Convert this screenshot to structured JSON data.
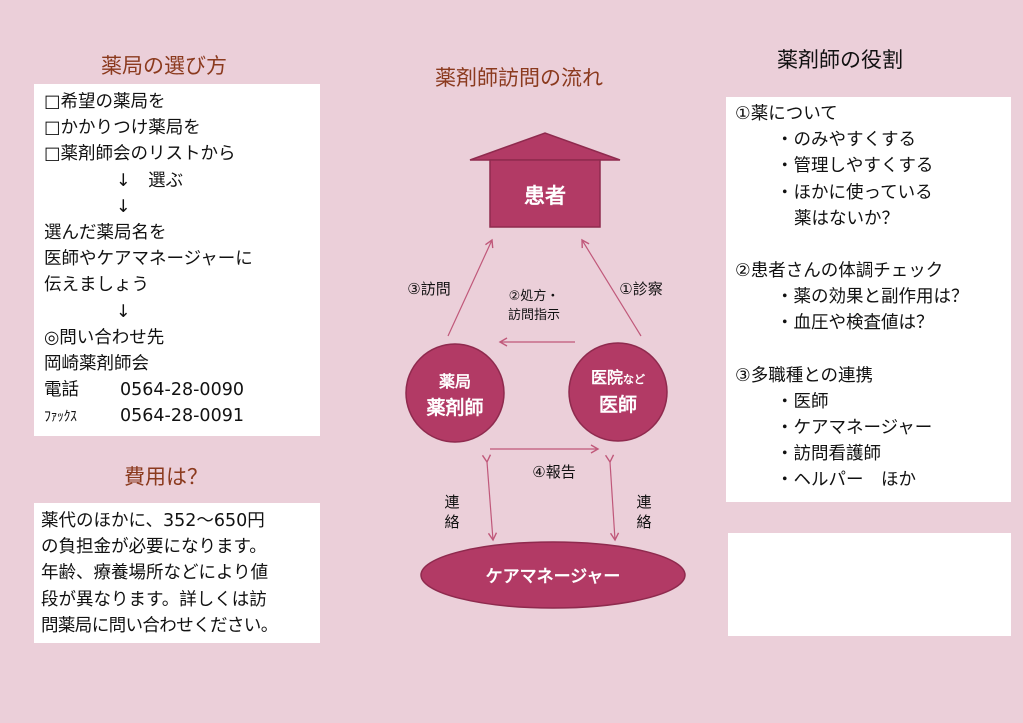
{
  "left": {
    "title": "薬局の選び方",
    "lines": [
      "□希望の薬局を",
      "□かかりつけ薬局を",
      "□薬剤師会のリストから",
      "↓　選ぶ",
      "↓",
      "選んだ薬局名を",
      "医師やケアマネージャーに",
      "伝えましょう",
      "↓",
      "◎問い合わせ先",
      "岡崎薬剤師会"
    ],
    "tel_label": "電話",
    "tel": "0564-28-0090",
    "fax_label": "ﾌｧｯｸｽ",
    "fax": "0564-28-0091"
  },
  "cost": {
    "title": "費用は？",
    "lines": [
      "薬代のほかに、352～650円",
      "の負担金が必要になります。",
      "年齢、療養場所などにより値",
      "段が異なります。詳しくは訪",
      "問薬局に問い合わせください。"
    ]
  },
  "flow": {
    "title": "薬剤師訪問の流れ",
    "patient": "患者",
    "pharmacy_line1": "薬局",
    "pharmacy_line2": "薬剤師",
    "clinic_line1": "医院",
    "clinic_small": "など",
    "clinic_line2": "医師",
    "caremanager": "ケアマネージャー",
    "visit": "③訪問",
    "exam": "①診察",
    "prescribe_line1": "②処方・",
    "prescribe_line2": "訪問指示",
    "report": "④報告",
    "contact_left_1": "連",
    "contact_left_2": "絡",
    "contact_right_1": "連",
    "contact_right_2": "絡",
    "colors": {
      "accent": "#b23a65",
      "arrow": "#c0587a"
    }
  },
  "role": {
    "title": "薬剤師の役割",
    "s1": "①薬について",
    "s1_items": [
      "・のみやすくする",
      "・管理しやすくする",
      "・ほかに使っている"
    ],
    "s1_cont": "薬はないか？",
    "s2": "②患者さんの体調チェック",
    "s2_items": [
      "・薬の効果と副作用は？",
      "・血圧や検査値は？"
    ],
    "s3": "③多職種との連携",
    "s3_items": [
      "・医師",
      "・ケアマネージャー",
      "・訪問看護師",
      "・ヘルパー　ほか"
    ]
  }
}
